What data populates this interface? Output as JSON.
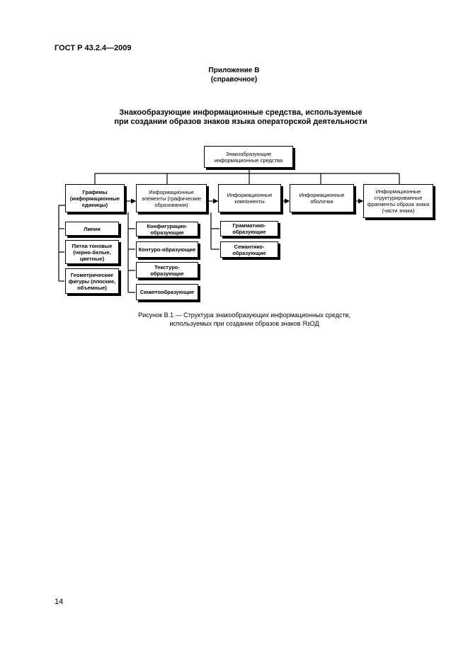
{
  "header": "ГОСТ Р 43.2.4—2009",
  "appendix": {
    "line1": "Приложение В",
    "line2": "(справочное)"
  },
  "title": {
    "line1": "Знакообразующие информационные средства, используемые",
    "line2": "при создании образов знаков языка операторской деятельности"
  },
  "diagram": {
    "root": "Знакообразующие информационные средства",
    "level1": [
      "Графемы (информационные единицы)",
      "Информационные элементы (графические образования)",
      "Информационные компоненты",
      "Информационные оболочки",
      "Информационные структурированные фрагменты образа знака (части знака)"
    ],
    "grapheme_children": [
      "Линии",
      "Пятна тоновые (черно-белые, цветные)",
      "Геометрические фигуры (плоские, объемные)"
    ],
    "element_children": [
      "Конфигурацио-образующие",
      "Контуро-образующие",
      "Текстуро-образующие",
      "Сюжетообразующие"
    ],
    "component_children": [
      "Грамматико-образующие",
      "Семантико-образующие"
    ]
  },
  "caption": {
    "line1": "Рисунок В.1 — Структура знакообразующих информационных средств,",
    "line2": "используемых при создании образов знаков ЯзОД"
  },
  "page_number": "14"
}
